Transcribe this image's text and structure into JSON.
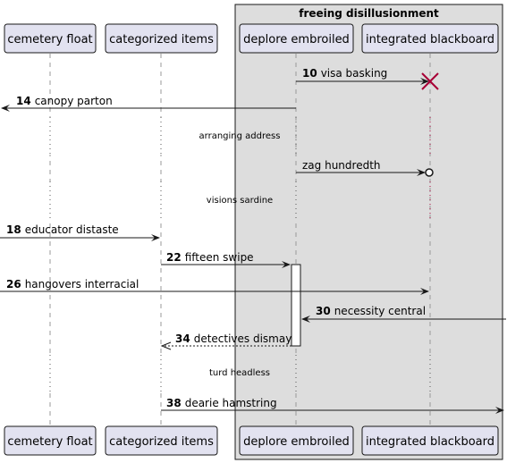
{
  "group": {
    "title": "freeing disillusionment"
  },
  "participants": [
    {
      "id": "p1",
      "label": "cemetery float"
    },
    {
      "id": "p2",
      "label": "categorized items"
    },
    {
      "id": "p3",
      "label": "deplore embroiled"
    },
    {
      "id": "p4",
      "label": "integrated blackboard"
    }
  ],
  "messages": [
    {
      "num": "10",
      "text": "visa basking",
      "from": "p3",
      "to": "p4",
      "end": "destroy",
      "style": "solid"
    },
    {
      "num": "14",
      "text": "canopy parton",
      "from": "p3",
      "to": "left-edge",
      "end": "arrow",
      "style": "solid"
    },
    {
      "num": "",
      "text": "zag hundredth",
      "from": "p3",
      "to": "p4",
      "end": "circle",
      "style": "solid"
    },
    {
      "num": "18",
      "text": "educator distaste",
      "from": "left-edge",
      "to": "p2",
      "end": "arrow",
      "style": "solid"
    },
    {
      "num": "22",
      "text": "fifteen swipe",
      "from": "p2",
      "to": "p3",
      "end": "arrow",
      "style": "solid"
    },
    {
      "num": "26",
      "text": "hangovers interracial",
      "from": "left-edge",
      "to": "p4",
      "end": "arrow",
      "style": "solid"
    },
    {
      "num": "30",
      "text": "necessity central",
      "from": "right-edge",
      "to": "p3",
      "end": "arrow",
      "style": "solid"
    },
    {
      "num": "34",
      "text": "detectives dismay",
      "from": "p3",
      "to": "p2",
      "end": "arrow",
      "style": "dashed"
    },
    {
      "num": "38",
      "text": "dearie hamstring",
      "from": "p2",
      "to": "right-edge",
      "end": "arrow",
      "style": "solid"
    }
  ],
  "delays": [
    {
      "text": "arranging address"
    },
    {
      "text": "visions sardine"
    },
    {
      "text": "turd headless"
    }
  ],
  "colors": {
    "participant_fill": "#e2e2f0",
    "participant_border": "#181818",
    "group_fill": "#dddddd",
    "lifeline": "#999999",
    "destroy": "#a80036"
  }
}
